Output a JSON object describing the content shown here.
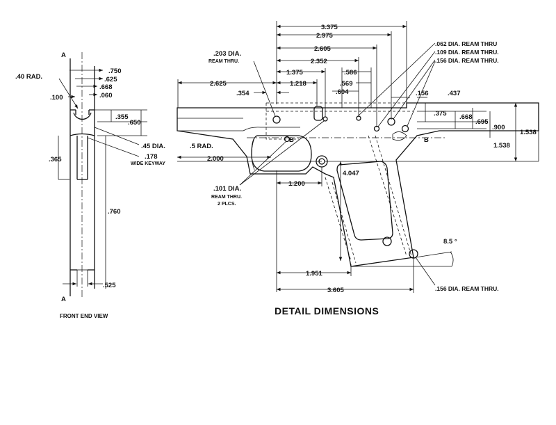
{
  "front_view": {
    "section_top": "A",
    "section_bottom": "A",
    "r40": ".40 RAD.",
    "d100": ".100",
    "d750": ".750",
    "d625": ".625",
    "d668": ".668",
    "d060": ".060",
    "d355": ".355",
    "d650": ".650",
    "d365": ".365",
    "d760": ".760",
    "d525": ".525",
    "caption": "FRONT END VIEW"
  },
  "callouts": {
    "dia45": ".45  DIA.",
    "rad5": ".5 RAD.",
    "keyway_w": ".178",
    "keyway_label": "WIDE KEYWAY"
  },
  "detail": {
    "d3375": "3.375",
    "d2975": "2.975",
    "d2605": "2.605",
    "d2352": "2.352",
    "d1375": "1.375",
    "d1218": "1.218",
    "d2625": "2.625",
    "d354": ".354",
    "d586": ".586",
    "d569": ".569",
    "d604": ".604",
    "d156_top": ".156",
    "d437": ".437",
    "d375": ".375",
    "d668": ".668",
    "d695": ".695",
    "d900": ".900",
    "d1538_a": "1.538",
    "d1538_b": "1.538",
    "d2000": "2.000",
    "d1200": "1.200",
    "d4047": "4.047",
    "d1951": "1.951",
    "d3605": "3.605",
    "angle": "8.5 °",
    "sec_b_left": "B",
    "sec_b_right": "B",
    "note_203_a": ".203 DIA.",
    "note_203_b": "REAM THRU.",
    "note_062": ".062 DIA. REAM THRU",
    "note_109": ".109 DIA. REAM THRU.",
    "note_156a": ".156 DIA. REAM THRU.",
    "note_101_a": ".101 DIA.",
    "note_101_b": "REAM THRU.",
    "note_101_c": "2 PLCS.",
    "note_156b": ".156 DIA. REAM THRU.",
    "title": "DETAIL DIMENSIONS"
  }
}
